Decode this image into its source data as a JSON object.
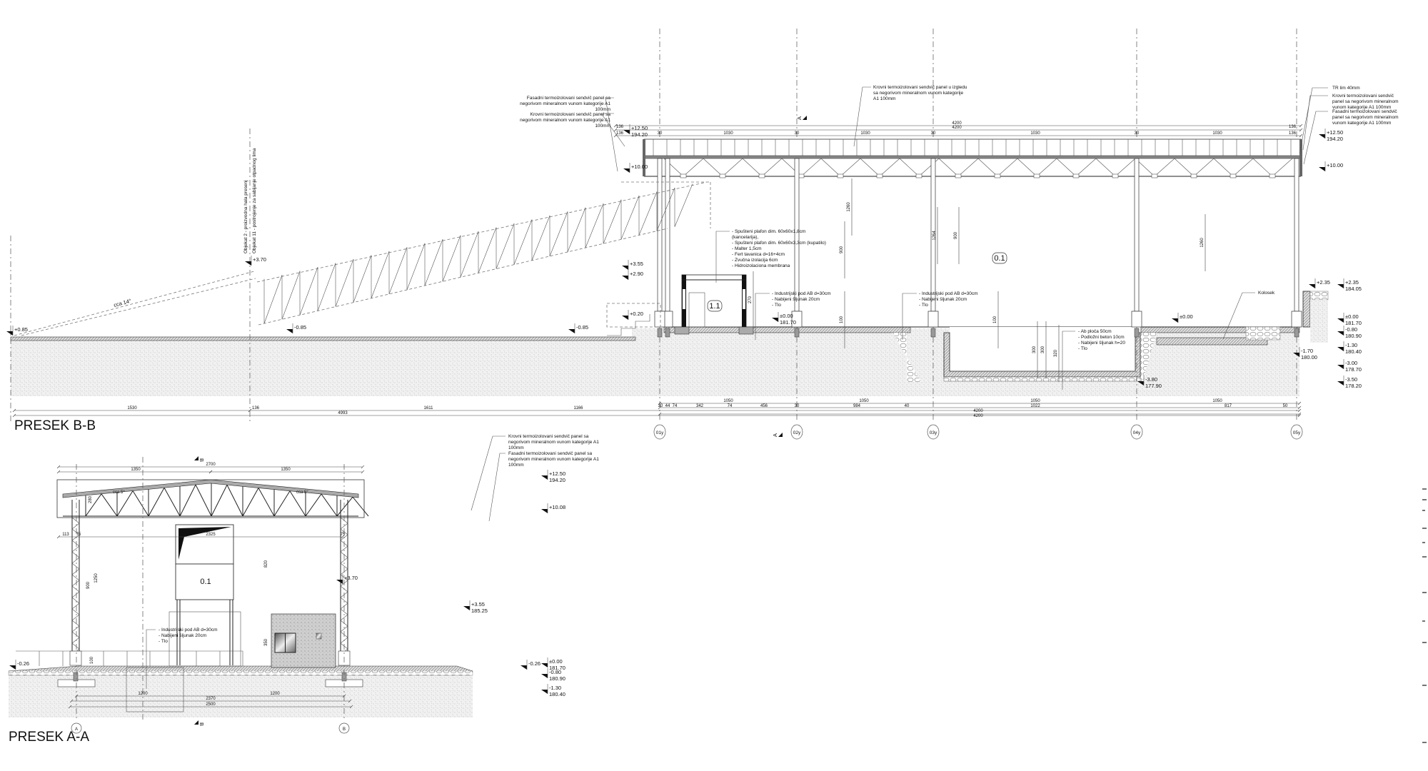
{
  "section_bb": {
    "title": "PRESEK B-B",
    "room_labels": [
      "0.1",
      "1.1"
    ],
    "vertical_notes": [
      "Objekat 2 - proizvodna hala presenj",
      "Objekat 11 - postrojenje za sabijanje otpadnog lima"
    ],
    "slope_label": "cca 14°",
    "notes": {
      "facade_panel_left": [
        "Fasadni termoizolovani sendvič panel sa",
        "negorivom mineralnom vunom kategorije A1",
        "100mm"
      ],
      "roof_panel_left": [
        "Krovni termoizolovani sendvič panel sa",
        "negorivom mineralnom vunom kategorije A1",
        "100mm"
      ],
      "roof_panel_top": [
        "Krovni termoizolovani sendvič panel u izgledu",
        "sa negorivom mineralnom vunom kategorije",
        "A1 100mm"
      ],
      "tr_sheet": [
        "TR lim 40mm"
      ],
      "roof_panel_right": [
        "Krovni termoizolovani sendvič",
        "panel sa negorivom mineralnom",
        "vunom kategorije A1 100mm"
      ],
      "facade_panel_right": [
        "Fasadni termoizolovani sendvič",
        "panel sa negorivom mineralnom",
        "vunom kategorije A1 100mm"
      ],
      "ceiling": [
        "- Spušteni plafon dim. 60x60x1,8cm",
        "(kancelarija),",
        "- Spušteni plafon dim. 60x60x3,3cm (kupatilo)",
        "- Malter 1,5cm",
        "- Fert tavanica d=16+4cm",
        "- Zvučna izolacija 6cm",
        "- Hidroizolaciona membrana"
      ],
      "floor_1": [
        "- Industrijski pod AB d=30cm",
        "- Nabijeni šljunak 20cm",
        "- Tlo"
      ],
      "floor_2": [
        "- Industrijski pod AB d=30cm",
        "- Nabijeni šljunak 20cm",
        "- Tlo"
      ],
      "pit": [
        "- Ab ploča 50cm",
        "- Podložni beton 10cm",
        "- Nabijeni šljunak h=20",
        "- Tlo"
      ],
      "track": [
        "Kolosek"
      ]
    },
    "levels": [
      [
        "+0.85"
      ],
      [
        "+3.70"
      ],
      [
        "-0.85"
      ],
      [
        "-0.85"
      ],
      [
        "+12.50",
        "194.20"
      ],
      [
        "+10.00"
      ],
      [
        "+3.55"
      ],
      [
        "+2.90"
      ],
      [
        "+0.20"
      ],
      [
        "±0.00",
        "181.70"
      ],
      [
        "±0.00"
      ],
      [
        "-3.80",
        "177.90"
      ],
      [
        "+2.35"
      ],
      [
        "-1.70",
        "180.00"
      ],
      [
        "+12.50",
        "194.20"
      ],
      [
        "+10.00"
      ],
      [
        "+2.35",
        "184.05"
      ],
      [
        "±0.00",
        "181.70"
      ],
      [
        "-0.80",
        "180.90"
      ],
      [
        "-1.30",
        "180.40"
      ],
      [
        "-3.00",
        "178.70"
      ],
      [
        "-3.50",
        "178.20"
      ]
    ],
    "axes": [
      "01y",
      "02y",
      "03y",
      "04y",
      "05y"
    ],
    "section_marks": [
      "A",
      "A"
    ],
    "dims_top": [
      "4200",
      "4200",
      "136",
      "136",
      "1030",
      "30",
      "1030",
      "30",
      "1030",
      "30",
      "1030",
      "30",
      "136",
      "136"
    ],
    "dims_bottom": [
      "1530",
      "136",
      "1611",
      "1166",
      "4993",
      "1050",
      "1050",
      "1050",
      "1050",
      "4200",
      "4200",
      "30",
      "44",
      "74",
      "342",
      "74",
      "456",
      "30",
      "984",
      "40",
      "1022",
      "817",
      "50"
    ],
    "dims_vertical": [
      "1260",
      "900",
      "1264",
      "900",
      "1260",
      "100",
      "100",
      "270",
      "300",
      "300",
      "320"
    ]
  },
  "section_aa": {
    "title": "PRESEK A-A",
    "room_label": "0.1",
    "slope_labels": [
      "cca 5°",
      "cca 5°"
    ],
    "notes": {
      "roof_panel": [
        "Krovni termoizolovani sendvič panel sa",
        "negorivom mineralnom vunom kategorije A1",
        "100mm"
      ],
      "facade_panel": [
        "Fasadni termoizolovani sendvič panel sa",
        "negorivom mineralnom vunom kategorije A1",
        "100mm"
      ],
      "floor": [
        "- Industrijski pod AB d=30cm",
        "- Nabijeni šljunak 20cm",
        "- Tlo"
      ]
    },
    "levels": [
      [
        "-0.26"
      ],
      [
        "+3.70"
      ],
      [
        "+3.55",
        "185.25"
      ],
      [
        "-0.26"
      ],
      [
        "+12.50",
        "194.20"
      ],
      [
        "+10.08"
      ],
      [
        "±0.00",
        "181.70"
      ],
      [
        "-0.80",
        "180.90"
      ],
      [
        "-1.30",
        "180.40"
      ]
    ],
    "axes": [
      "A",
      "B"
    ],
    "section_marks": [
      "B",
      "B"
    ],
    "dims": [
      "2700",
      "1350",
      "1350",
      "113",
      "75",
      "2325",
      "75",
      "1200",
      "1200",
      "2370",
      "2500",
      "1250",
      "900",
      "820",
      "350",
      "100",
      "280"
    ]
  }
}
